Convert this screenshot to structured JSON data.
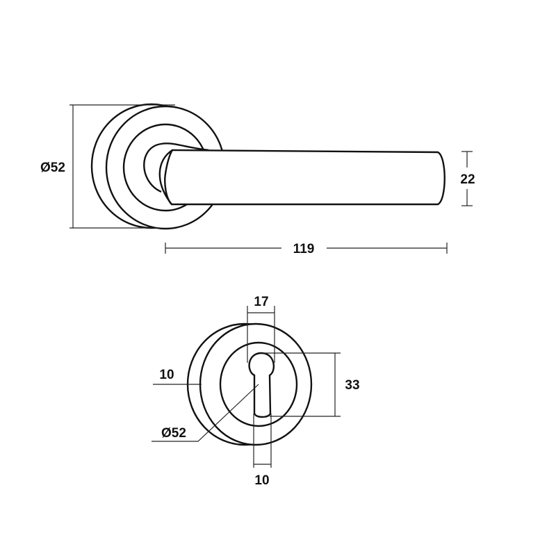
{
  "handle_view": {
    "rose_diameter_label": "Ø52",
    "lever_height_label": "22",
    "lever_length_label": "119"
  },
  "escutcheon_view": {
    "keyhole_width_label": "17",
    "keyhole_height_label": "33",
    "thickness_label": "10",
    "diameter_label": "Ø52",
    "slot_width_label": "10"
  },
  "colors": {
    "line": "#111111",
    "background": "#ffffff"
  }
}
